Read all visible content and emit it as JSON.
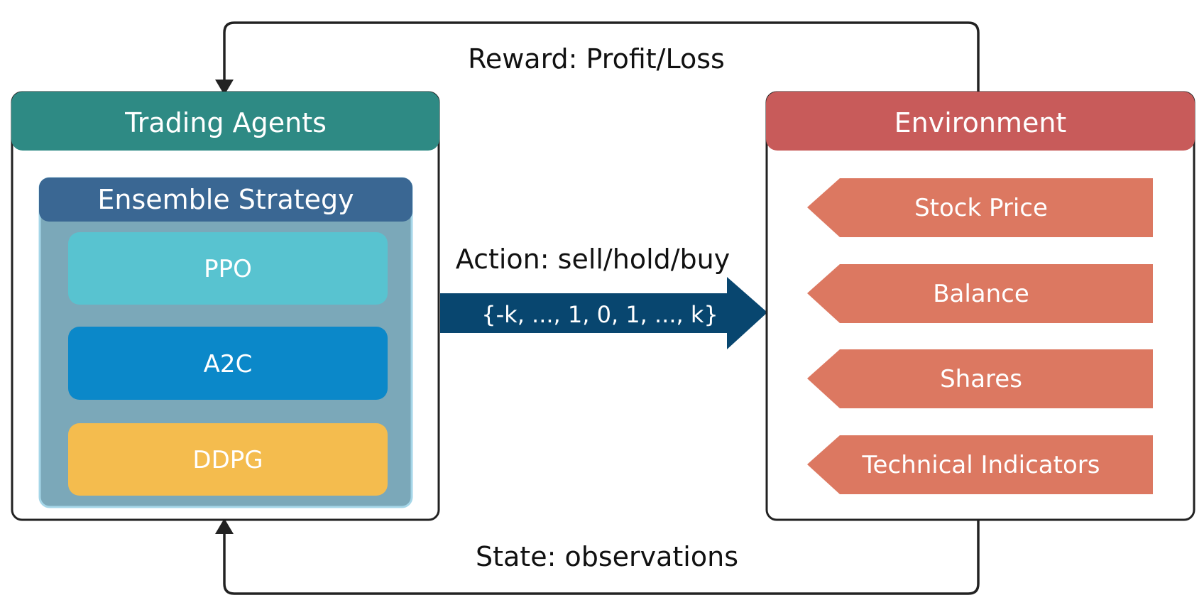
{
  "agents": {
    "title": "Trading Agents",
    "ensemble_title": "Ensemble Strategy",
    "models": [
      "PPO",
      "A2C",
      "DDPG"
    ]
  },
  "environment": {
    "title": "Environment",
    "items": [
      "Stock Price",
      "Balance",
      "Shares",
      "Technical Indicators"
    ]
  },
  "reward_label": "Reward: Profit/Loss",
  "action_label": "Action: sell/hold/buy",
  "action_range": "{-k, ..., 1, 0, 1, ..., k}",
  "state_label": "State: observations",
  "colors": {
    "agents_header": "#2e8a84",
    "environment_header": "#c85b5a",
    "ensemble_header": "#3a6793",
    "ensemble_body": "#7ba8b9",
    "ppo": "#58c3d0",
    "a2c": "#0b88c9",
    "ddpg": "#f4bc4e",
    "env_item": "#dc7861",
    "action_arrow": "#08466f"
  }
}
